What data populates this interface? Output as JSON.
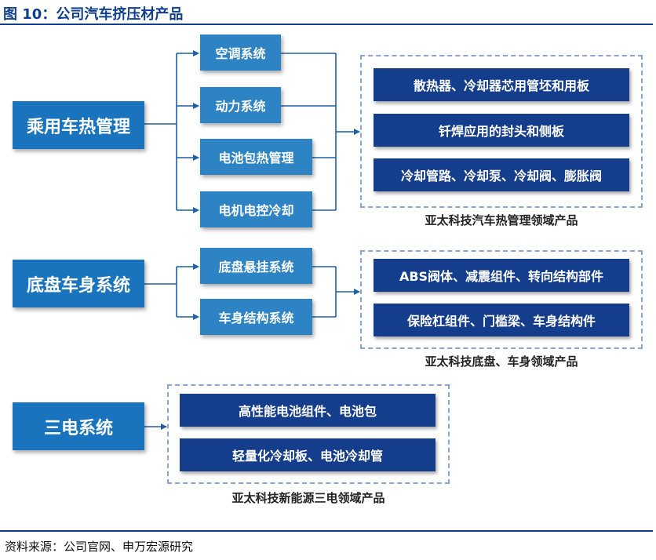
{
  "title": "图 10：公司汽车挤压材产品",
  "source": "资料来源：公司官网、申万宏源研究",
  "categories": {
    "passenger": "乘用车热管理",
    "chassis": "底盘车身系统",
    "electric": "三电系统"
  },
  "passenger_systems": [
    "空调系统",
    "动力系统",
    "电池包热管理",
    "电机电控冷却"
  ],
  "chassis_systems": [
    "底盘悬挂系统",
    "车身结构系统"
  ],
  "passenger_products": [
    "散热器、冷却器芯用管坯和用板",
    "钎焊应用的封头和侧板",
    "冷却管路、冷却泵、冷却阀、膨胀阀"
  ],
  "chassis_products": [
    "ABS阀体、减震组件、转向结构部件",
    "保险杠组件、门槛梁、车身结构件"
  ],
  "electric_products": [
    "高性能电池组件、电池包",
    "轻量化冷却板、电池冷却管"
  ],
  "captions": {
    "passenger": "亚太科技汽车热管理领域产品",
    "chassis": "亚太科技底盘、车身领域产品",
    "electric": "亚太科技新能源三电领域产品"
  },
  "colors": {
    "title": "#0f3f8c",
    "category_box": "#1a74bd",
    "system_box": "#2e83c5",
    "product_box": "#143d8c",
    "connector": "#1f5fa8",
    "dashed_border": "#8aa6cf"
  }
}
